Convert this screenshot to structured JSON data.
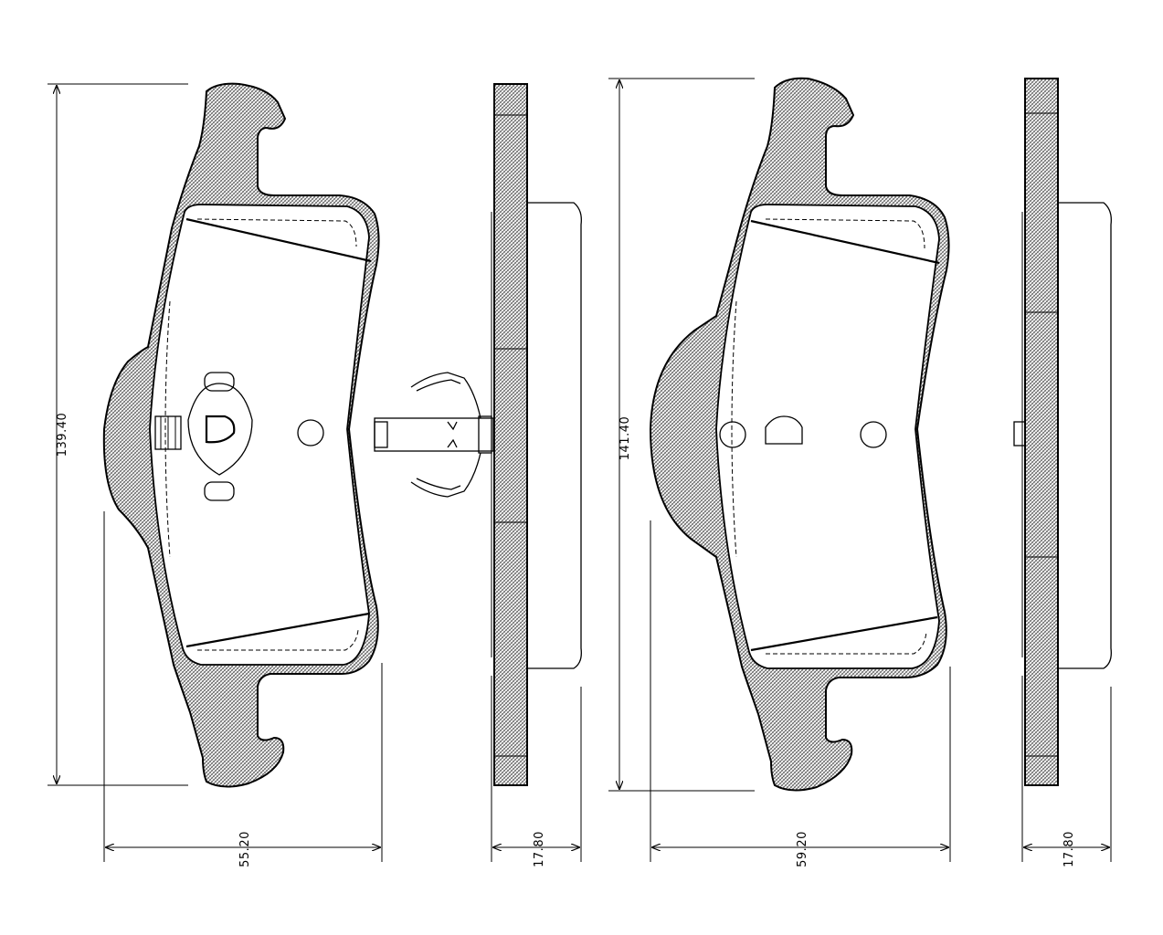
{
  "pad_left": {
    "height_label": "139.40",
    "width_label": "55.20",
    "thickness_label": "17.80"
  },
  "pad_right": {
    "height_label": "141.40",
    "width_label": "59.20",
    "thickness_label": "17.80"
  }
}
